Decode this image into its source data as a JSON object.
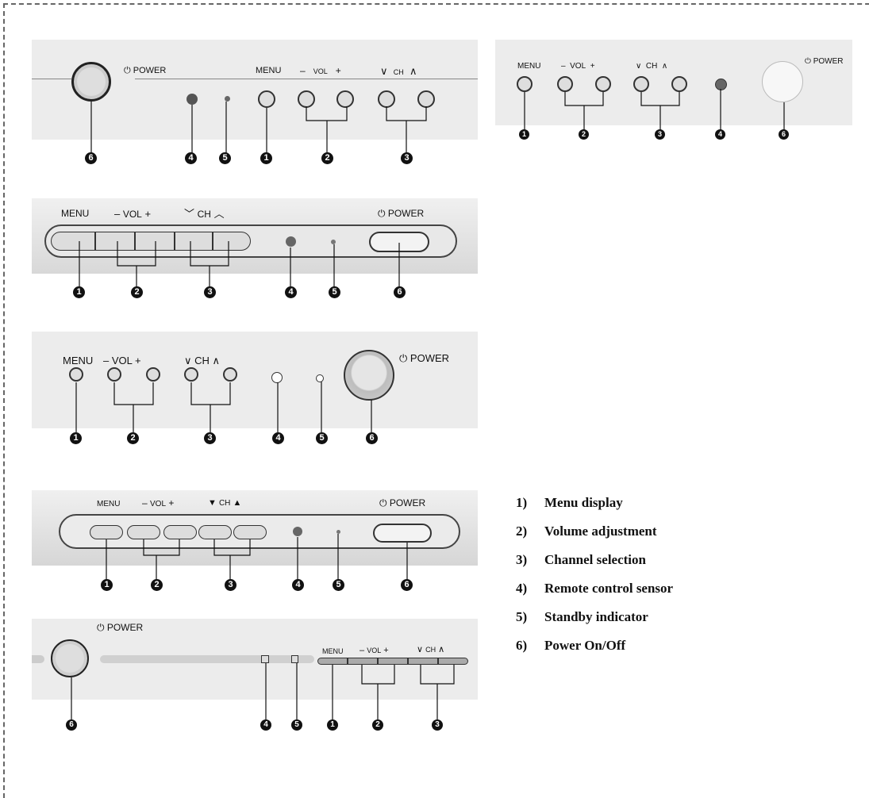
{
  "labels": {
    "menu": "MENU",
    "vol": "VOL",
    "ch": "CH",
    "power": "POWER",
    "minus": "–",
    "plus": "+"
  },
  "callouts": [
    "1",
    "2",
    "3",
    "4",
    "5",
    "6"
  ],
  "legend": [
    {
      "num": "1)",
      "text": "Menu display"
    },
    {
      "num": "2)",
      "text": "Volume adjustment"
    },
    {
      "num": "3)",
      "text": "Channel selection"
    },
    {
      "num": "4)",
      "text": "Remote control sensor"
    },
    {
      "num": "5)",
      "text": "Standby indicator"
    },
    {
      "num": "6)",
      "text": "Power On/Off"
    }
  ]
}
